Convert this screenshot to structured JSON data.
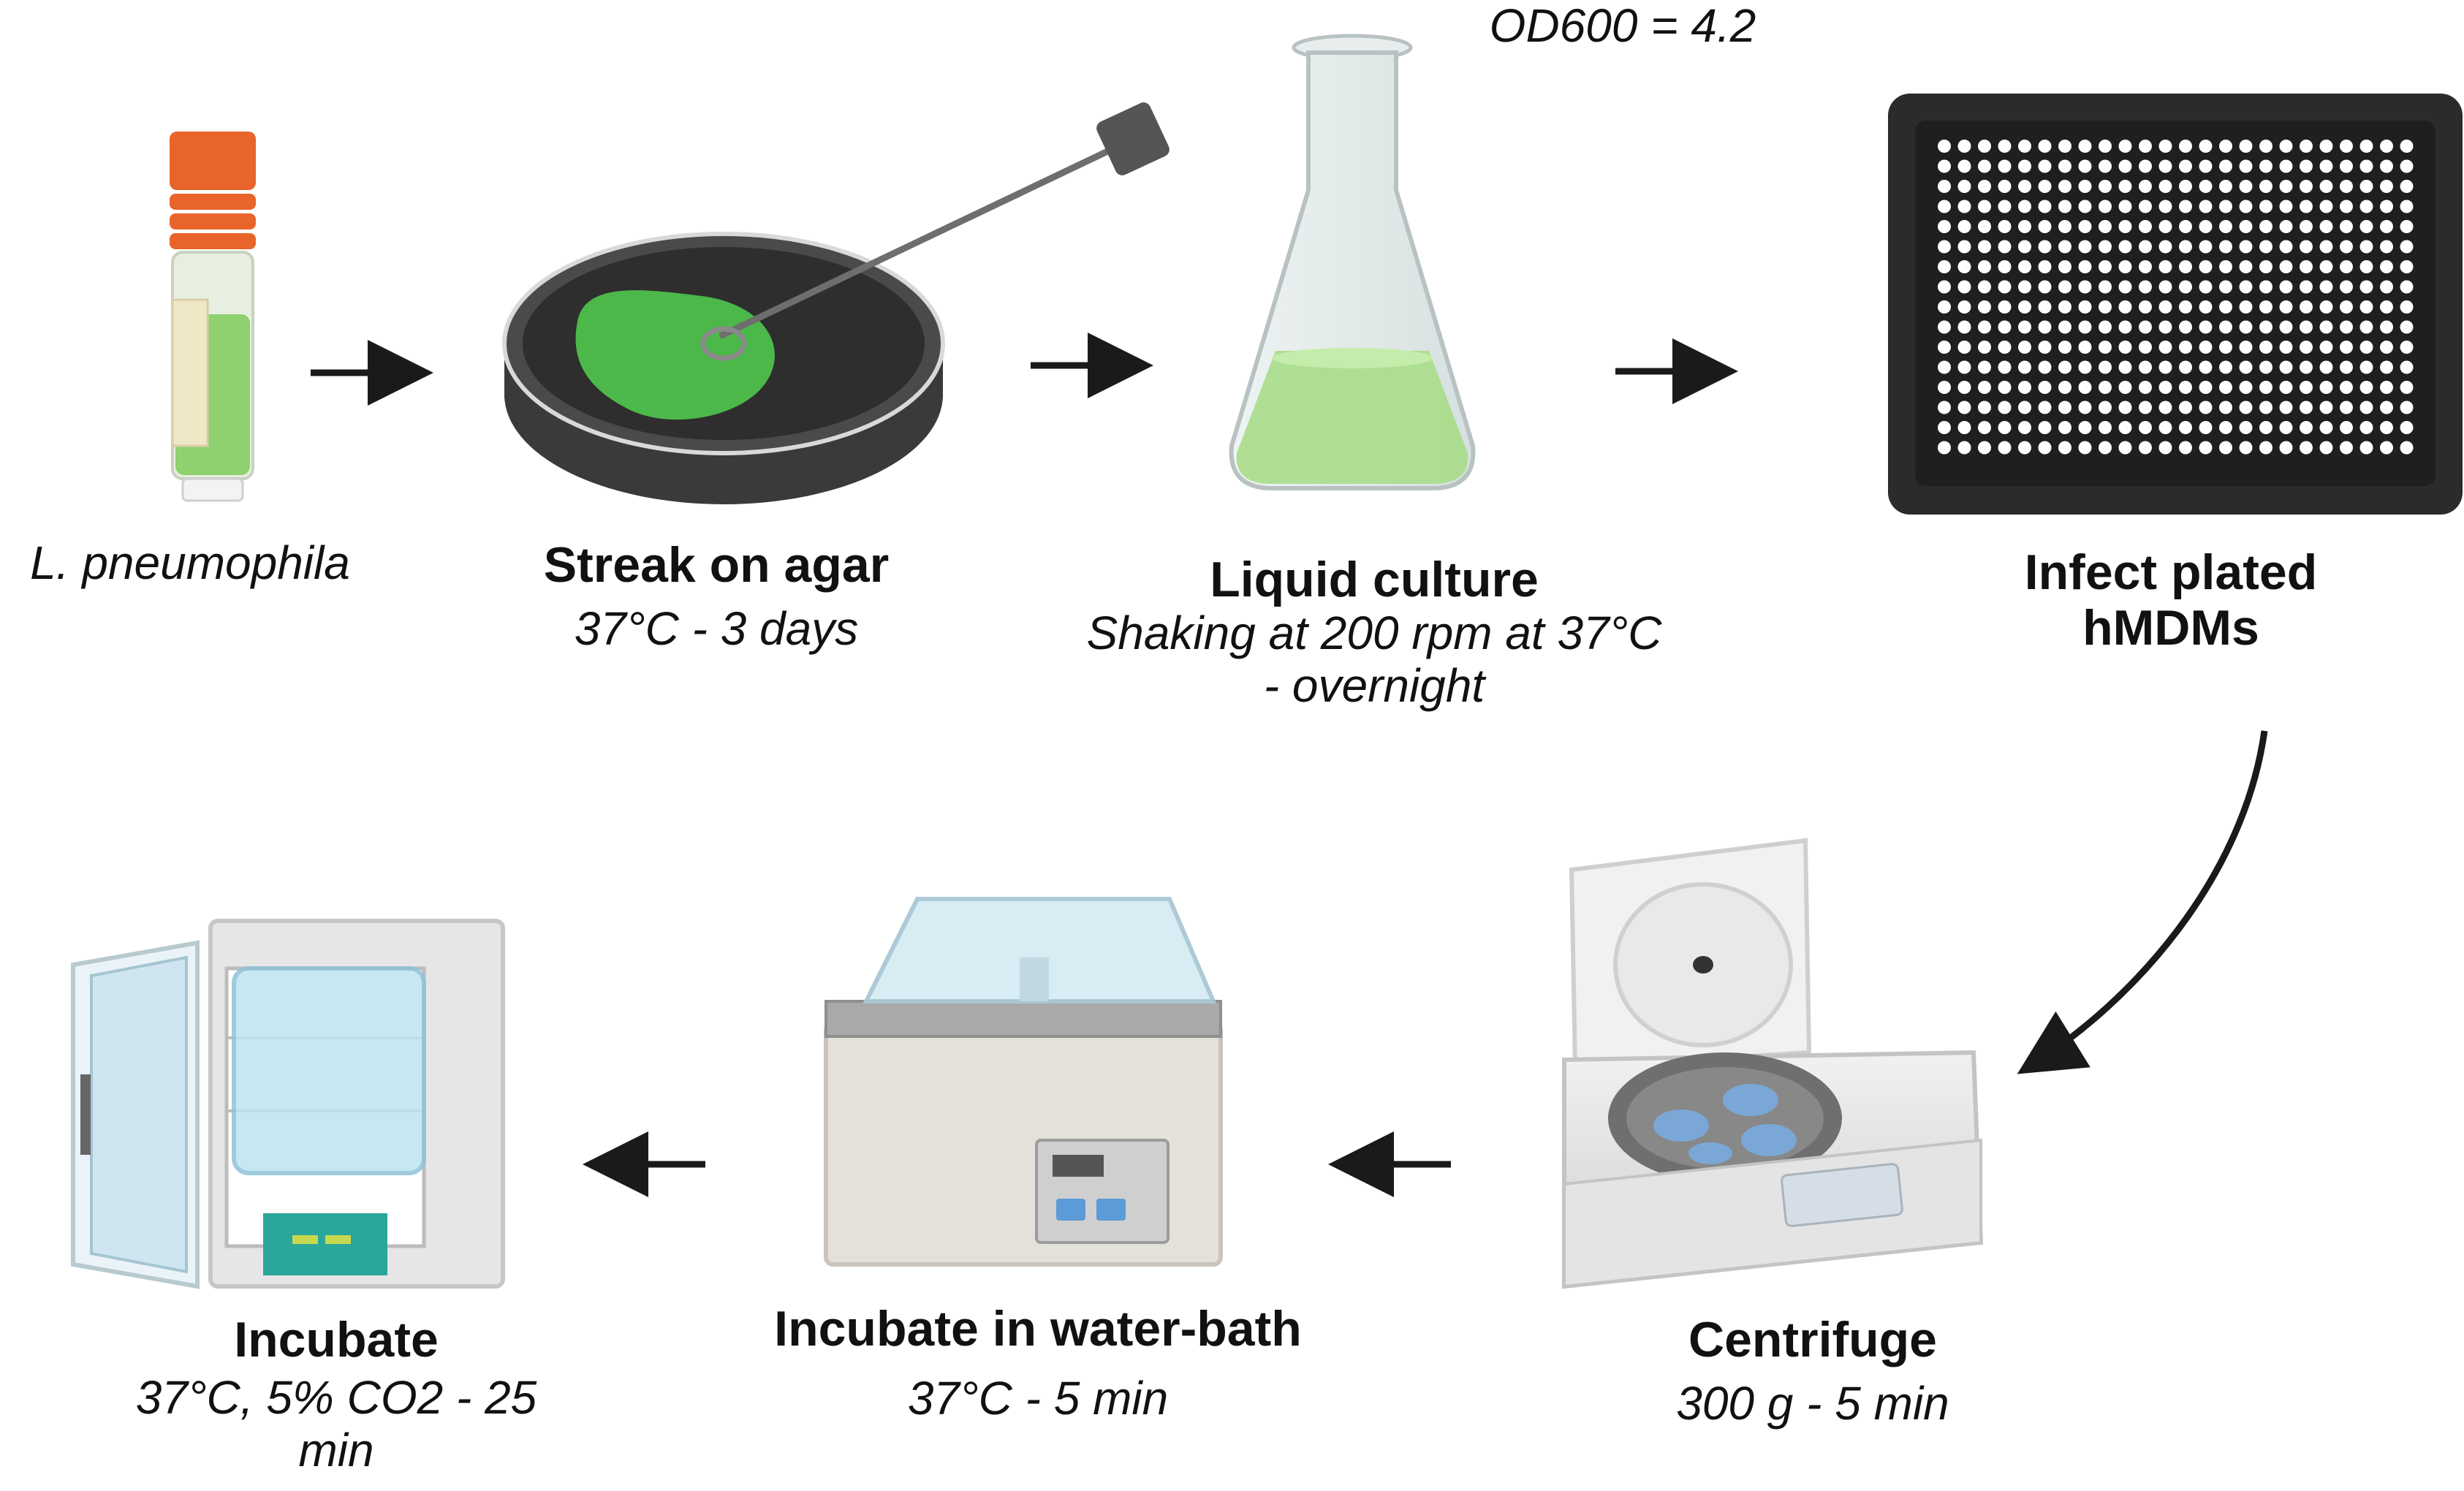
{
  "steps": [
    {
      "id": "tube",
      "title": "",
      "subtitle": "L. pneumophila"
    },
    {
      "id": "agar",
      "title": "Streak on agar",
      "subtitle": "37°C - 3 days"
    },
    {
      "id": "flask",
      "title": "Liquid culture",
      "subtitle_line1": "Shaking at 200 rpm at 37°C",
      "subtitle_line2": "- overnight",
      "annotation": "OD600 = 4.2"
    },
    {
      "id": "plate",
      "title_line1": "Infect plated",
      "title_line2": "hMDMs"
    },
    {
      "id": "centrifuge",
      "title": "Centrifuge",
      "subtitle": "300 g - 5 min"
    },
    {
      "id": "waterbath",
      "title": "Incubate in water-bath",
      "subtitle": "37°C - 5 min"
    },
    {
      "id": "incubator",
      "title": "Incubate",
      "subtitle_line1": "37°C, 5% CO2 - 25",
      "subtitle_line2": "min"
    }
  ],
  "colors": {
    "arrow": "#1a1a1a",
    "culture_green": "#5cb85c",
    "cap_orange": "#e8642a",
    "plate_black": "#2b2b2b",
    "teal": "#2aa69a"
  },
  "icons": [
    "culture-tube-icon",
    "agar-plate-icon",
    "inoculating-loop-icon",
    "erlenmeyer-flask-icon",
    "well-plate-icon",
    "centrifuge-icon",
    "water-bath-icon",
    "incubator-icon"
  ]
}
